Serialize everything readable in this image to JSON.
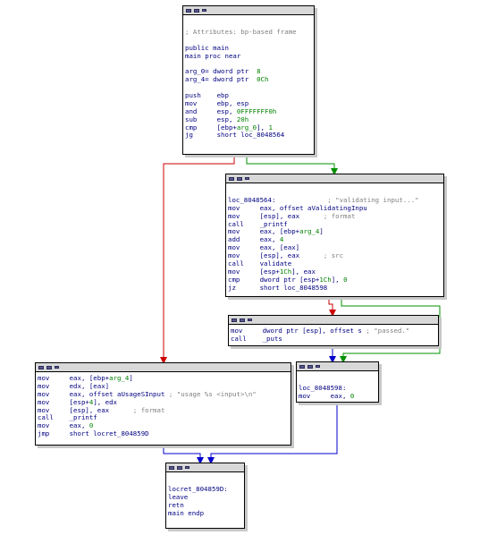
{
  "colors": {
    "edge_false": "#cc0000",
    "edge_true": "#009000",
    "edge_uncond": "#0000cc",
    "code": "#000080",
    "highlight": "#008000",
    "comment": "#808080"
  },
  "nodes": [
    {
      "id": "main",
      "lines": [
        [],
        [
          {
            "t": "; Attributes: bp-based frame",
            "c": "comment"
          }
        ],
        [],
        [
          {
            "t": "public main",
            "c": "label"
          }
        ],
        [
          {
            "t": "main proc near",
            "c": "label"
          }
        ],
        [],
        [
          {
            "t": "arg_0= dword ptr  ",
            "c": "plain"
          },
          {
            "t": "8",
            "c": "num"
          }
        ],
        [
          {
            "t": "arg_4= dword ptr  ",
            "c": "plain"
          },
          {
            "t": "0Ch",
            "c": "num"
          }
        ],
        [],
        [
          {
            "t": "push    ",
            "c": "mnemonic"
          },
          {
            "t": "ebp",
            "c": "operand"
          }
        ],
        [
          {
            "t": "mov     ",
            "c": "mnemonic"
          },
          {
            "t": "ebp, esp",
            "c": "operand"
          }
        ],
        [
          {
            "t": "and     ",
            "c": "mnemonic"
          },
          {
            "t": "esp, ",
            "c": "operand"
          },
          {
            "t": "0FFFFFFF0h",
            "c": "num"
          }
        ],
        [
          {
            "t": "sub     ",
            "c": "mnemonic"
          },
          {
            "t": "esp, ",
            "c": "operand"
          },
          {
            "t": "20h",
            "c": "num"
          }
        ],
        [
          {
            "t": "cmp     ",
            "c": "mnemonic"
          },
          {
            "t": "[ebp+",
            "c": "operand"
          },
          {
            "t": "arg_0",
            "c": "arg"
          },
          {
            "t": "], ",
            "c": "operand"
          },
          {
            "t": "1",
            "c": "num"
          }
        ],
        [
          {
            "t": "jg      ",
            "c": "mnemonic"
          },
          {
            "t": "short loc_8048564",
            "c": "operand"
          }
        ]
      ]
    },
    {
      "id": "loc_8048564",
      "lines": [
        [],
        [
          {
            "t": "loc_8048564:             ",
            "c": "label"
          },
          {
            "t": "; \"validating input...\"",
            "c": "comment"
          }
        ],
        [
          {
            "t": "mov     ",
            "c": "mnemonic"
          },
          {
            "t": "eax, offset aValidatingInpu",
            "c": "operand"
          }
        ],
        [
          {
            "t": "mov     ",
            "c": "mnemonic"
          },
          {
            "t": "[esp], eax      ",
            "c": "operand"
          },
          {
            "t": "; format",
            "c": "comment"
          }
        ],
        [
          {
            "t": "call    ",
            "c": "mnemonic"
          },
          {
            "t": "_printf",
            "c": "operand"
          }
        ],
        [
          {
            "t": "mov     ",
            "c": "mnemonic"
          },
          {
            "t": "eax, [ebp+",
            "c": "operand"
          },
          {
            "t": "arg_4",
            "c": "arg"
          },
          {
            "t": "]",
            "c": "operand"
          }
        ],
        [
          {
            "t": "add     ",
            "c": "mnemonic"
          },
          {
            "t": "eax, ",
            "c": "operand"
          },
          {
            "t": "4",
            "c": "num"
          }
        ],
        [
          {
            "t": "mov     ",
            "c": "mnemonic"
          },
          {
            "t": "eax, [eax]",
            "c": "operand"
          }
        ],
        [
          {
            "t": "mov     ",
            "c": "mnemonic"
          },
          {
            "t": "[esp], eax      ",
            "c": "operand"
          },
          {
            "t": "; src",
            "c": "comment"
          }
        ],
        [
          {
            "t": "call    ",
            "c": "mnemonic"
          },
          {
            "t": "validate",
            "c": "operand"
          }
        ],
        [
          {
            "t": "mov     ",
            "c": "mnemonic"
          },
          {
            "t": "[esp+",
            "c": "operand"
          },
          {
            "t": "1Ch",
            "c": "num"
          },
          {
            "t": "], eax",
            "c": "operand"
          }
        ],
        [
          {
            "t": "cmp     ",
            "c": "mnemonic"
          },
          {
            "t": "dword ptr [esp+",
            "c": "operand"
          },
          {
            "t": "1Ch",
            "c": "num"
          },
          {
            "t": "], ",
            "c": "operand"
          },
          {
            "t": "0",
            "c": "num"
          }
        ],
        [
          {
            "t": "jz      ",
            "c": "mnemonic"
          },
          {
            "t": "short loc_8048598",
            "c": "operand"
          }
        ]
      ]
    },
    {
      "id": "passed",
      "lines": [
        [
          {
            "t": "mov     ",
            "c": "mnemonic"
          },
          {
            "t": "dword ptr [esp], offset s ",
            "c": "operand"
          },
          {
            "t": "; \"passed.\"",
            "c": "comment"
          }
        ],
        [
          {
            "t": "call    ",
            "c": "mnemonic"
          },
          {
            "t": "_puts",
            "c": "operand"
          }
        ]
      ]
    },
    {
      "id": "usage",
      "lines": [
        [
          {
            "t": "mov     ",
            "c": "mnemonic"
          },
          {
            "t": "eax, [ebp+",
            "c": "operand"
          },
          {
            "t": "arg_4",
            "c": "arg"
          },
          {
            "t": "]",
            "c": "operand"
          }
        ],
        [
          {
            "t": "mov     ",
            "c": "mnemonic"
          },
          {
            "t": "edx, [eax]",
            "c": "operand"
          }
        ],
        [
          {
            "t": "mov     ",
            "c": "mnemonic"
          },
          {
            "t": "eax, offset aUsageSInput ",
            "c": "operand"
          },
          {
            "t": "; \"usage %s <input>\\n\"",
            "c": "comment"
          }
        ],
        [
          {
            "t": "mov     ",
            "c": "mnemonic"
          },
          {
            "t": "[esp+",
            "c": "operand"
          },
          {
            "t": "4",
            "c": "num"
          },
          {
            "t": "], edx",
            "c": "operand"
          }
        ],
        [
          {
            "t": "mov     ",
            "c": "mnemonic"
          },
          {
            "t": "[esp], eax      ",
            "c": "operand"
          },
          {
            "t": "; format",
            "c": "comment"
          }
        ],
        [
          {
            "t": "call    ",
            "c": "mnemonic"
          },
          {
            "t": "_printf",
            "c": "operand"
          }
        ],
        [
          {
            "t": "mov     ",
            "c": "mnemonic"
          },
          {
            "t": "eax, ",
            "c": "operand"
          },
          {
            "t": "0",
            "c": "num"
          }
        ],
        [
          {
            "t": "jmp     ",
            "c": "mnemonic"
          },
          {
            "t": "short locret_804859D",
            "c": "operand"
          }
        ]
      ]
    },
    {
      "id": "loc_8048598",
      "lines": [
        [],
        [
          {
            "t": "loc_8048598:",
            "c": "label"
          }
        ],
        [
          {
            "t": "mov     ",
            "c": "mnemonic"
          },
          {
            "t": "eax, ",
            "c": "operand"
          },
          {
            "t": "0",
            "c": "num"
          }
        ]
      ]
    },
    {
      "id": "locret_804859D",
      "lines": [
        [],
        [
          {
            "t": "locret_804859D:",
            "c": "label"
          }
        ],
        [
          {
            "t": "leave",
            "c": "mnemonic"
          }
        ],
        [
          {
            "t": "retn",
            "c": "mnemonic"
          }
        ],
        [
          {
            "t": "main endp",
            "c": "label"
          }
        ]
      ]
    }
  ]
}
